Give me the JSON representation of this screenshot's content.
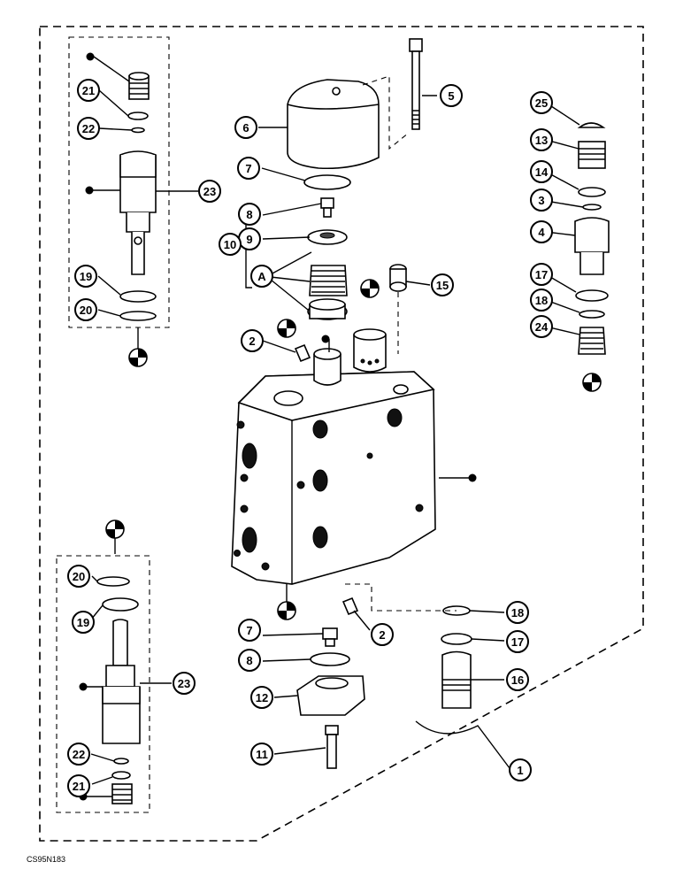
{
  "figure_code": "CS95N183",
  "callouts": [
    {
      "label": "1"
    },
    {
      "label": "2"
    },
    {
      "label": "2"
    },
    {
      "label": "3"
    },
    {
      "label": "4"
    },
    {
      "label": "5"
    },
    {
      "label": "6"
    },
    {
      "label": "7"
    },
    {
      "label": "7"
    },
    {
      "label": "8"
    },
    {
      "label": "8"
    },
    {
      "label": "9"
    },
    {
      "label": "10"
    },
    {
      "label": "A"
    },
    {
      "label": "11"
    },
    {
      "label": "12"
    },
    {
      "label": "13"
    },
    {
      "label": "14"
    },
    {
      "label": "15"
    },
    {
      "label": "16"
    },
    {
      "label": "17"
    },
    {
      "label": "17"
    },
    {
      "label": "18"
    },
    {
      "label": "18"
    },
    {
      "label": "19"
    },
    {
      "label": "19"
    },
    {
      "label": "20"
    },
    {
      "label": "20"
    },
    {
      "label": "21"
    },
    {
      "label": "21"
    },
    {
      "label": "22"
    },
    {
      "label": "22"
    },
    {
      "label": "23"
    },
    {
      "label": "23"
    },
    {
      "label": "24"
    },
    {
      "label": "25"
    }
  ]
}
